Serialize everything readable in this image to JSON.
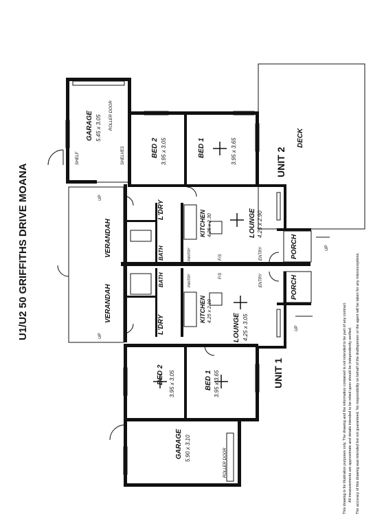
{
  "title": "U1/U2 50 GRIFFITHS DRIVE MOANA",
  "units": {
    "unit1": "UNIT 1",
    "unit2": "UNIT 2"
  },
  "unit2_rooms": {
    "garage": "GARAGE",
    "garage_dim": "5.45 x 3.05",
    "roller_door": "ROLLER DOOR",
    "shelf": "SHELF",
    "shelves": "SHELVES",
    "bed2": "BED 2",
    "bed2_dim": "3.95 x 3.05",
    "bed1": "BED 1",
    "bed1_dim": "3.95 x 3.65",
    "deck": "DECK",
    "verandah": "VERANDAH",
    "laundry": "L'DRY",
    "bath": "BATH",
    "kitchen": "KITCHEN",
    "kitchen_dim": "4.25 x 2.30",
    "lounge": "LOUNGE",
    "lounge_dim": "4.25 x 2.90",
    "pantry": "PANTRY",
    "fs": "F/S",
    "entry": "ENTRY",
    "porch": "PORCH",
    "up": "UP"
  },
  "unit1_rooms": {
    "verandah": "VERANDAH",
    "laundry": "L'DRY",
    "bath": "BATH",
    "kitchen": "KITCHEN",
    "kitchen_dim": "4.25 x 2.10",
    "lounge": "LOUNGE",
    "lounge_dim": "4.25 x 3.05",
    "pantry": "PANTRY",
    "fs": "F/S",
    "entry": "ENTRY",
    "porch": "PORCH",
    "bed2": "BED 2",
    "bed2_dim": "3.95 x 3.05",
    "bed1": "BED 1",
    "bed1_dim": "3.95 x 3.65",
    "garage": "GARAGE",
    "garage_dim": "5.90 x 3.10",
    "roller_door": "ROLLER DOOR",
    "up": "UP"
  },
  "disclaimer": [
    "This drawing is for illustration purposes only. The drawing and the information contained is not intended to be part of any contract.",
    "All measurements are approximate and details intended to be relied upon should be independently verified.",
    "The accuracy of this drawing was intended but not guaranteed. No responsibility on behalf of the draftsperson or the agent will be taken for any misconceptions."
  ]
}
